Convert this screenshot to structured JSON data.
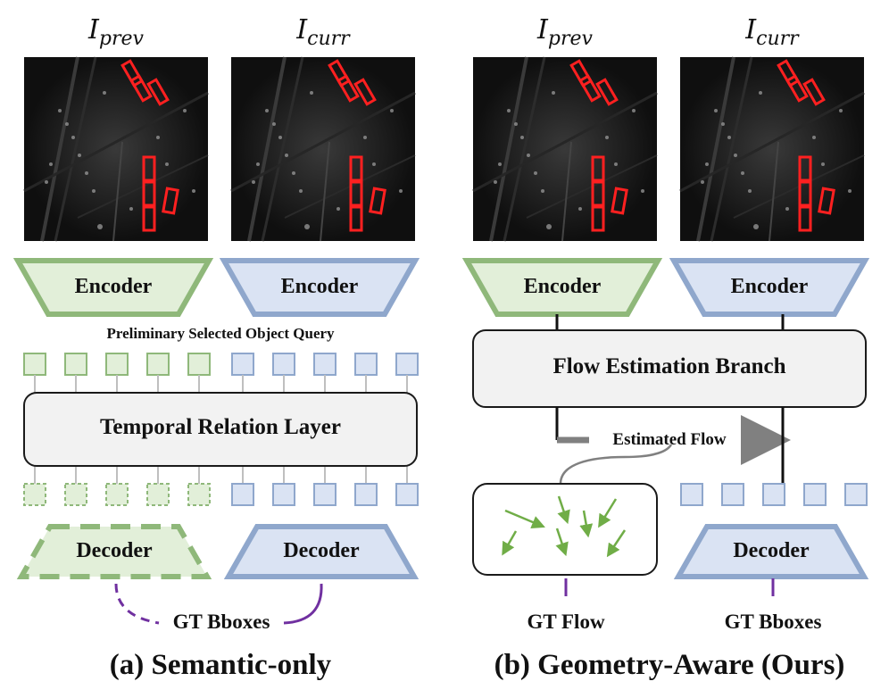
{
  "panel_a": {
    "i_prev_base": "I",
    "i_prev_sub": "prev",
    "i_curr_base": "I",
    "i_curr_sub": "curr",
    "encoder_prev": "Encoder",
    "encoder_curr": "Encoder",
    "query_label": "Preliminary Selected Object Query",
    "temporal_layer": "Temporal Relation Layer",
    "decoder_prev": "Decoder",
    "decoder_curr": "Decoder",
    "gt_bboxes": "GT Bboxes",
    "caption": "(a) Semantic-only"
  },
  "panel_b": {
    "i_prev_base": "I",
    "i_prev_sub": "prev",
    "i_curr_base": "I",
    "i_curr_sub": "curr",
    "encoder_prev": "Encoder",
    "encoder_curr": "Encoder",
    "flow_branch": "Flow Estimation Branch",
    "estimated_flow": "Estimated Flow",
    "decoder": "Decoder",
    "gt_flow": "GT Flow",
    "gt_bboxes": "GT Bboxes",
    "caption": "(b) Geometry-Aware (Ours)"
  },
  "colors": {
    "green_fill": "#e2efd9",
    "green_stroke": "#8fb87a",
    "blue_fill": "#dae3f3",
    "blue_stroke": "#8fa7cc",
    "layer_fill": "#f2f2f2",
    "gt_line": "#7030a0",
    "arrow_gray": "#808080",
    "flow_arrow": "#70ad47",
    "detection_box": "#ff2020"
  }
}
